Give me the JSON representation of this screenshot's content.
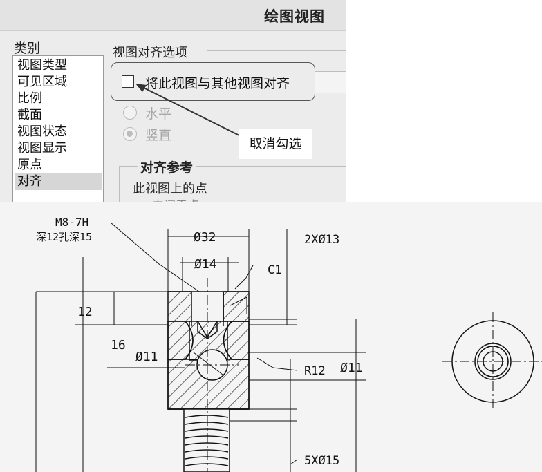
{
  "dialog": {
    "title": "绘图视图",
    "category_label": "类别",
    "categories": [
      {
        "label": "视图类型"
      },
      {
        "label": "可见区域"
      },
      {
        "label": "比例"
      },
      {
        "label": "截面"
      },
      {
        "label": "视图状态"
      },
      {
        "label": "视图显示"
      },
      {
        "label": "原点"
      },
      {
        "label": "对齐",
        "selected": true
      }
    ],
    "alignment_group_label": "视图对齐选项",
    "align_checkbox_label": "将此视图与其他视图对齐",
    "align_checkbox_checked": false,
    "radio_horizontal": "水平",
    "radio_vertical": "竖直",
    "radio_vertical_selected": true,
    "callout_text": "取消勾选",
    "reference_group_label": "对齐参考",
    "reference_sub_label": "此视图上的点",
    "reference_cut_text": "中间于点"
  },
  "drawing": {
    "thread_spec": "M8-7H",
    "thread_depth": "深12孔深15",
    "dim_diameter_32": "Ø32",
    "dim_diameter_14": "Ø14",
    "dim_chamfer": "C1",
    "dim_2x_13": "2XØ13",
    "dim_12": "12",
    "dim_16": "16",
    "dim_left_diameter_11": "Ø11",
    "dim_r12": "R12",
    "dim_right_diameter_11": "Ø11",
    "dim_5x_15": "5XØ15"
  },
  "colors": {
    "dialog_bg": "#ececec",
    "list_bg": "#ffffff",
    "selection": "#d6d6d6",
    "disabled_text": "#a7a7a7",
    "drawing_bg": "#f4f4f4",
    "ink": "#111111"
  }
}
